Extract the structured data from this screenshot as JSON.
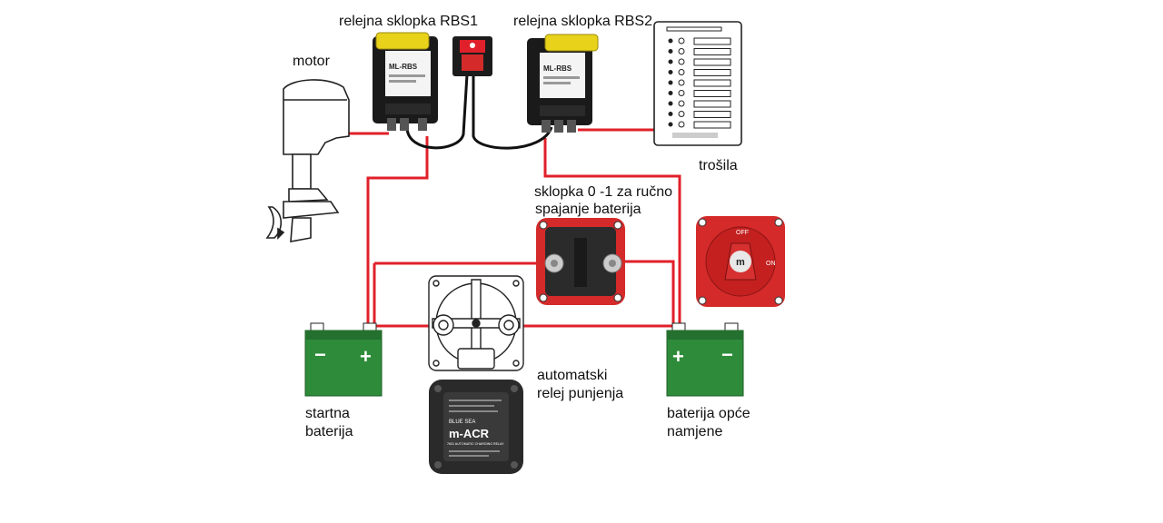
{
  "labels": {
    "rbs1": "relejna sklopka RBS1",
    "rbs2": "relejna sklopka RBS2",
    "motor": "motor",
    "trosila": "trošila",
    "switch_line1": "sklopka 0 -1 za ručno",
    "switch_line2": "spajanje baterija",
    "acr_line1": "automatski",
    "acr_line2": "relej punjenja",
    "start_batt_line1": "startna",
    "start_batt_line2": "baterija",
    "house_batt_line1": "baterija opće",
    "house_batt_line2": "namjene"
  },
  "device_marks": {
    "rbs_model": "ML-RBS",
    "acr_brand": "BLUE SEA",
    "acr_model": "m-ACR",
    "acr_subtitle": "7601 AUTOMATIC CHARGING RELAY",
    "rotary_off": "OFF",
    "rotary_on": "ON",
    "rotary_logo": "m",
    "batt_minus": "−",
    "batt_plus": "+"
  },
  "colors": {
    "wire_red": "#e0202a",
    "wire_black": "#111111",
    "battery_green": "#2e8b3a",
    "switch_red": "#d42a2a",
    "relay_yellow": "#e8d21a"
  }
}
